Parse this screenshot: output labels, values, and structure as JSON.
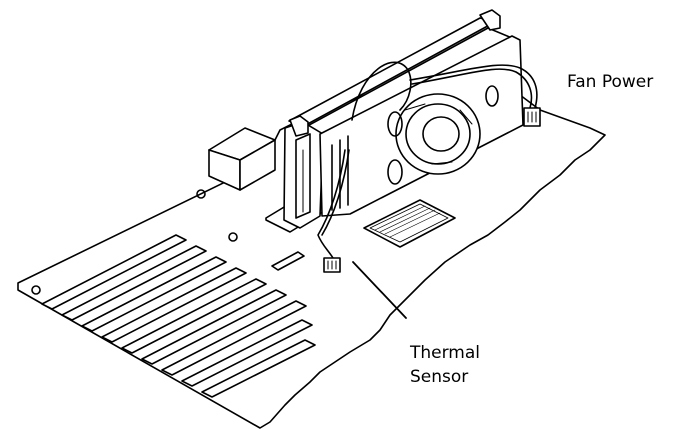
{
  "labels": {
    "fan_power": "Fan Power",
    "thermal_line1": "Thermal",
    "thermal_line2": "Sensor"
  },
  "colors": {
    "stroke": "#000000",
    "fill": "#ffffff"
  }
}
